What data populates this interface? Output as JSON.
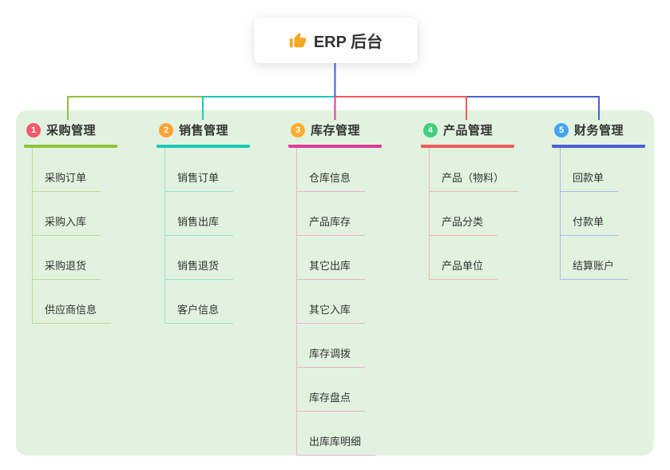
{
  "root": {
    "label": "ERP 后台",
    "icon": "thumbs-up-icon",
    "icon_color": "#f5a623"
  },
  "colors": {
    "panel_bg": "#e1f3df",
    "root_line": "#4a5fd2",
    "node_text": "#333333",
    "root_bg": "#ffffff"
  },
  "branches": [
    {
      "num": "1",
      "label": "采购管理",
      "badge_color": "#f3596b",
      "line_color": "#93c13d",
      "light_color": "#bedc94",
      "children": [
        "采购订单",
        "采购入库",
        "采购退货",
        "供应商信息"
      ]
    },
    {
      "num": "2",
      "label": "销售管理",
      "badge_color": "#ffa235",
      "line_color": "#1ec9b7",
      "light_color": "#9adfd6",
      "children": [
        "销售订单",
        "销售出库",
        "销售退货",
        "客户信息"
      ]
    },
    {
      "num": "3",
      "label": "库存管理",
      "badge_color": "#ffac33",
      "line_color": "#e03a9c",
      "light_color": "#efaed3",
      "children": [
        "仓库信息",
        "产品库存",
        "其它出库",
        "其它入库",
        "库存调拨",
        "库存盘点",
        "出库库明细"
      ]
    },
    {
      "num": "4",
      "label": "产品管理",
      "badge_color": "#3ecf7a",
      "line_color": "#f05b5b",
      "light_color": "#f4b3b3",
      "children": [
        "产品（物料）",
        "产品分类",
        "产品单位"
      ]
    },
    {
      "num": "5",
      "label": "财务管理",
      "badge_color": "#47a3f3",
      "line_color": "#4a5fd2",
      "light_color": "#aab6e8",
      "children": [
        "回款单",
        "付款单",
        "结算账户"
      ]
    }
  ]
}
